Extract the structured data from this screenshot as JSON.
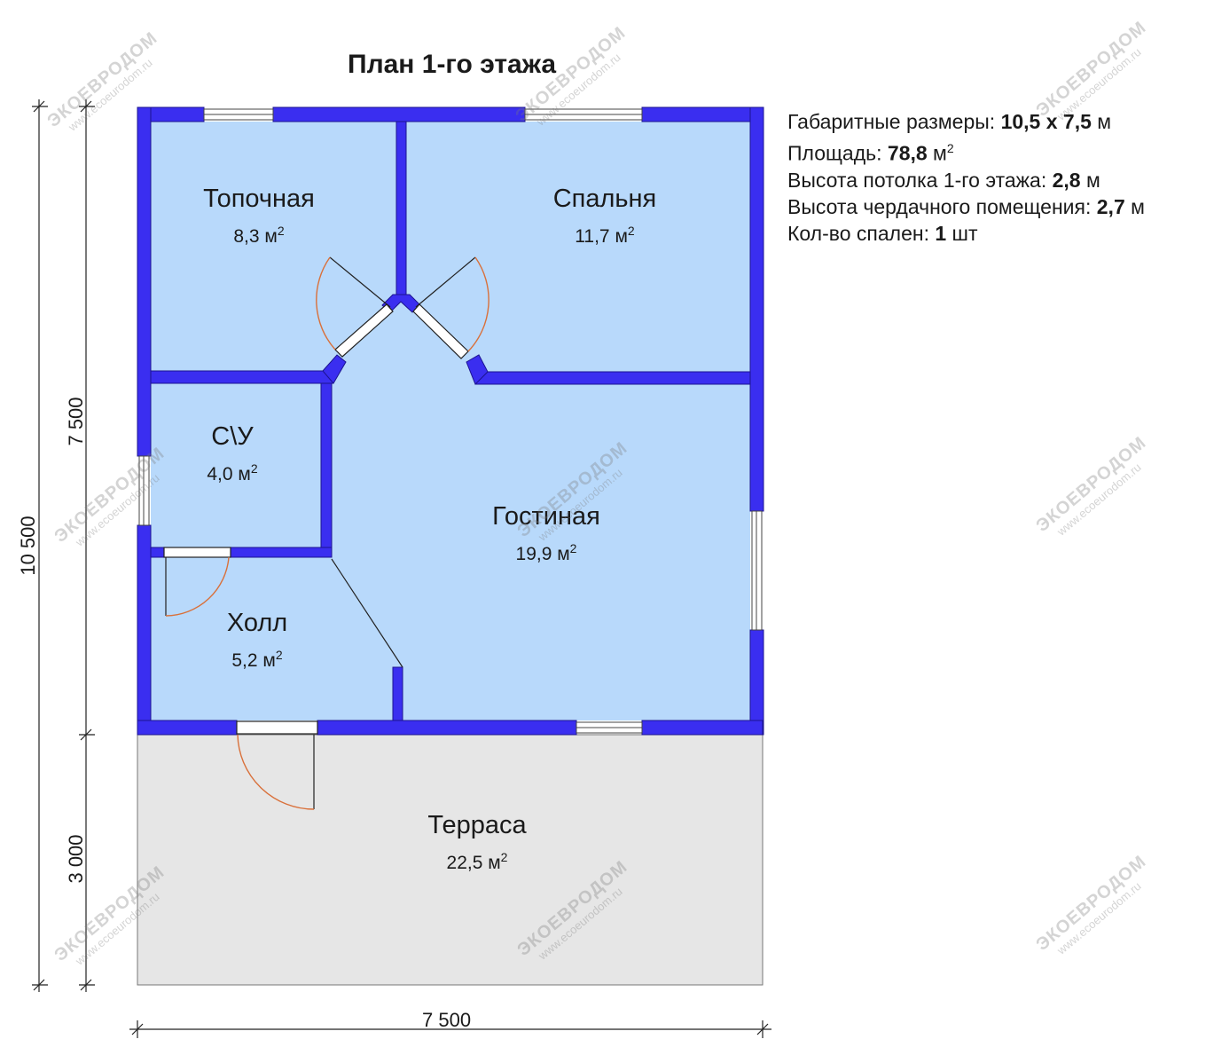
{
  "title": "План 1-го этажа",
  "info": [
    {
      "label": "Габаритные размеры: ",
      "value": "10,5 х 7,5",
      "unit": " м",
      "sup": ""
    },
    {
      "label": "Площадь: ",
      "value": "78,8",
      "unit": " м",
      "sup": "2"
    },
    {
      "label": "Высота потолка 1-го этажа: ",
      "value": "2,8",
      "unit": " м",
      "sup": ""
    },
    {
      "label": "Высота чердачного помещения: ",
      "value": "2,7",
      "unit": " м",
      "sup": ""
    },
    {
      "label": "Кол-во спален: ",
      "value": "1",
      "unit": " шт",
      "sup": ""
    }
  ],
  "rooms": [
    {
      "name": "Топочная",
      "area": "8,3 м",
      "sup": "2"
    },
    {
      "name": "Спальня",
      "area": "11,7 м",
      "sup": "2"
    },
    {
      "name": "С\\У",
      "area": "4,0 м",
      "sup": "2"
    },
    {
      "name": "Гостиная",
      "area": "19,9 м",
      "sup": "2"
    },
    {
      "name": "Холл",
      "area": "5,2 м",
      "sup": "2"
    },
    {
      "name": "Терраса",
      "area": "22,5 м",
      "sup": "2"
    }
  ],
  "dimensions": {
    "total_height": "10 500",
    "house_height": "7 500",
    "terrace_height": "3 000",
    "width": "7 500"
  },
  "watermark": {
    "brand": "ЭКОЕВРОДОМ",
    "site": "www.ecoeurodom.ru"
  },
  "colors": {
    "wall": "#3a2ef0",
    "room_fill": "#b8d9fb",
    "terrace_fill": "#e6e6e6",
    "door_arc": "#d9703a"
  }
}
